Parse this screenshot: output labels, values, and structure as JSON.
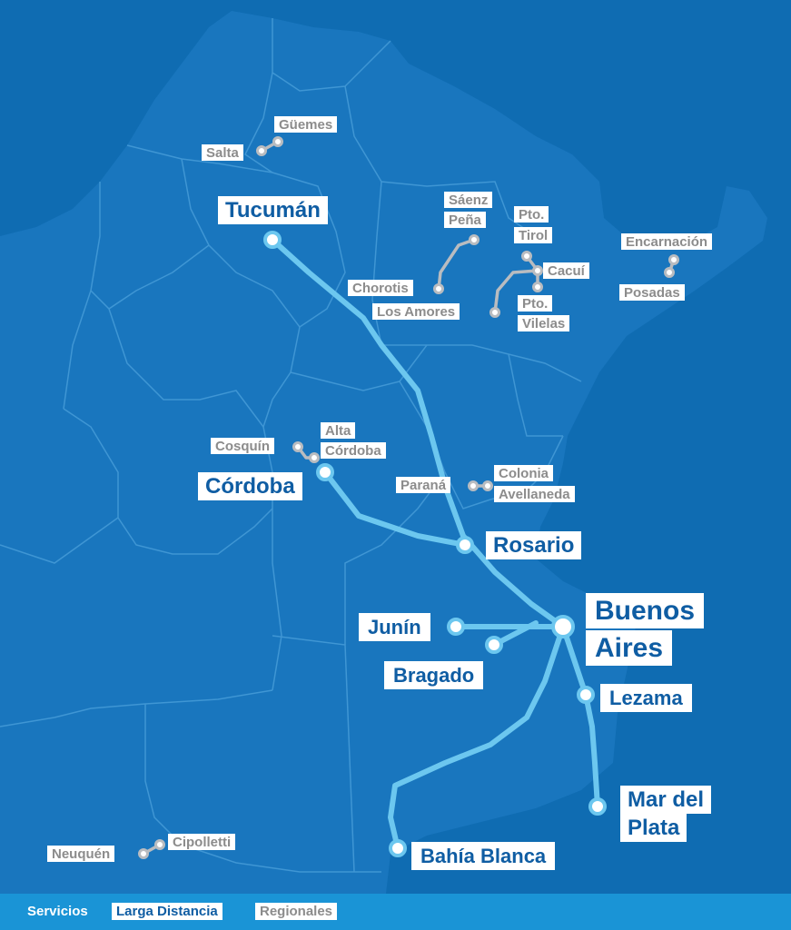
{
  "colors": {
    "ocean": "#0f6cb2",
    "land": "#1976be",
    "border": "#3f96d4",
    "line_long_distance": "#6cc7ef",
    "line_regional": "#b9bcc0",
    "label_long_distance": "#0f5da3",
    "label_regional": "#8c8c8c",
    "legend_bar": "#1a94d6"
  },
  "long_distance_stations": {
    "tucuman": "Tucumán",
    "cordoba": "Córdoba",
    "rosario": "Rosario",
    "buenos_aires_1": "Buenos",
    "buenos_aires_2": "Aires",
    "junin": "Junín",
    "bragado": "Bragado",
    "lezama": "Lezama",
    "mar_del_plata_1": "Mar del",
    "mar_del_plata_2": "Plata",
    "bahia_blanca": "Bahía Blanca"
  },
  "regional_stations": {
    "guemes": "Güemes",
    "salta": "Salta",
    "saenz_pena_1": "Sáenz",
    "saenz_pena_2": "Peña",
    "chorotis": "Chorotis",
    "pto_tirol_1": "Pto.",
    "pto_tirol_2": "Tirol",
    "cacui": "Cacuí",
    "los_amores": "Los Amores",
    "pto_vilelas_1": "Pto.",
    "pto_vilelas_2": "Vilelas",
    "encarnacion": "Encarnación",
    "posadas": "Posadas",
    "cosquin": "Cosquín",
    "alta_cordoba_1": "Alta",
    "alta_cordoba_2": "Córdoba",
    "parana": "Paraná",
    "colonia_avellaneda_1": "Colonia",
    "colonia_avellaneda_2": "Avellaneda",
    "neuquen": "Neuquén",
    "cipolletti": "Cipolletti"
  },
  "legend": {
    "title": "Servicios",
    "long_distance": "Larga Distancia",
    "regional": "Regionales"
  }
}
